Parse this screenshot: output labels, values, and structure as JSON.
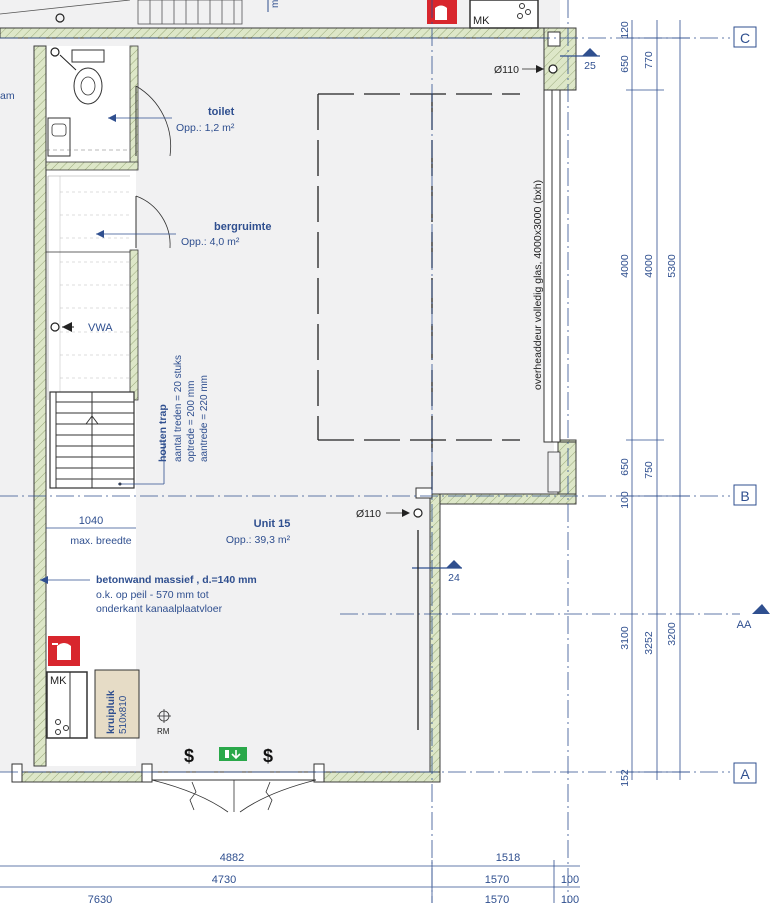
{
  "colors": {
    "floor": "#f1f1f2",
    "wall": "#dde7c8",
    "wall_stroke": "#3c3c3c",
    "ink": "#2f4f8f",
    "axis": "#2f4f8f",
    "fire_red": "#d8262d",
    "exit_green": "#2aa84a",
    "hatch_fill": "#e6dcc6"
  },
  "icons": [
    "fire-extinguisher-icon",
    "fire-extinguisher-icon",
    "emergency-exit-icon",
    "dollar-icon",
    "dollar-icon",
    "rm-symbol-icon"
  ],
  "labels": {
    "toilet_title": "toilet",
    "toilet_area": "Opp.: 1,2 m²",
    "storage_title": "bergruimte",
    "storage_area": "Opp.: 4,0 m²",
    "vwa": "VWA",
    "stairs_title": "houten trap",
    "stairs_line1": "aantal treden  =  20   stuks",
    "stairs_line2": "optrede          =  200   mm",
    "stairs_line3": "aantrede          =  220   mm",
    "unit_title": "Unit 15",
    "unit_area": "Opp.: 39,3 m²",
    "wall_note1": "betonwand massief , d.=140 mm",
    "wall_note2": "o.k. op peil - 570 mm tot",
    "wall_note3": "onderkant kanaalplaatvloer",
    "door_note": "overheaddeur volledig glas, 4000x3000 (bxh)",
    "diam_top": "Ø110",
    "diam_mid": "Ø110",
    "level_top": "25",
    "level_mid": "24",
    "crawl_title": "kruipluik",
    "crawl_size": "510x810",
    "mk_top": "MK",
    "mk_bottom": "MK",
    "rm": "RM",
    "width_val": "1040",
    "width_label": "max. breedte",
    "left_cut": "am",
    "top_cut": "ma"
  },
  "axes": {
    "c": "C",
    "b": "B",
    "a": "A",
    "section": "AA"
  },
  "dims_right1": {
    "d120": "120",
    "d650a": "650",
    "d4000": "4000",
    "d650b": "650",
    "d100": "100",
    "d3100": "3100",
    "d152": "152"
  },
  "dims_right2": {
    "d770": "770",
    "d4000": "4000",
    "d750": "750",
    "d3252": "3252"
  },
  "dims_right3": {
    "d5300": "5300",
    "d3200": "3200"
  },
  "dims_bottom": {
    "row1_a": "4882",
    "row1_b": "1518",
    "row2_a": "4730",
    "row2_b": "1570",
    "row2_c": "100",
    "row3_a": "7630",
    "row3_b": "1570",
    "row3_c": "100"
  }
}
